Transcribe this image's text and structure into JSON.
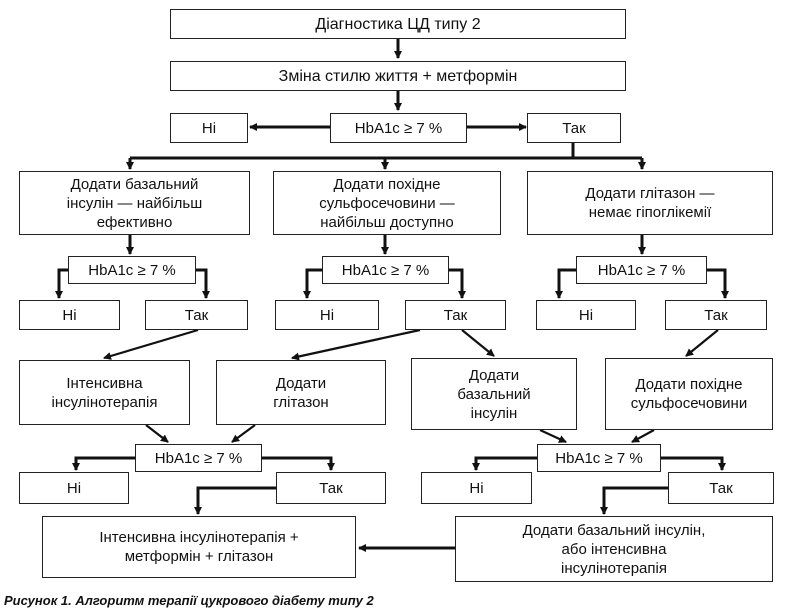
{
  "nodes": {
    "diagnosis": "Діагностика ЦД типу 2",
    "lifestyle": "Зміна стилю життя + метформін",
    "hba1c_top": "HbA1c ≥ 7 %",
    "no_top": "Ні",
    "yes_top": "Так",
    "add_basal": "Додати базальний\nінсулін — найбільш\nефективно",
    "add_sulfonyl": "Додати похідне\nсульфосечовини —\nнайбільш доступно",
    "add_glitazone": "Додати глітазон —\nнемає гіпоглікемії",
    "hba1c_l": "HbA1c ≥ 7 %",
    "hba1c_m": "HbA1c ≥ 7 %",
    "hba1c_r": "HbA1c ≥ 7 %",
    "no_l": "Ні",
    "yes_l": "Так",
    "no_m": "Ні",
    "yes_m": "Так",
    "no_r": "Ні",
    "yes_r": "Так",
    "intensive": "Інтенсивна\nінсулінотерапія",
    "add_glitazone2": "Додати\nглітазон",
    "add_basal2": "Додати\nбазальний\nінсулін",
    "add_sulfonyl2": "Додати похідне\nсульфосечовини",
    "hba1c_bl": "HbA1c ≥ 7 %",
    "hba1c_br": "HbA1c ≥ 7 %",
    "no_bl": "Ні",
    "yes_bl": "Так",
    "no_br": "Ні",
    "yes_br": "Так",
    "final_left": "Інтенсивна інсулінотерапія +\nметформін + глітазон",
    "final_right": "Додати базальний інсулін,\nабо інтенсивна\nінсулінотерапія"
  },
  "caption": "Рисунок 1. Алгоритм терапії цукрового діабету типу 2"
}
